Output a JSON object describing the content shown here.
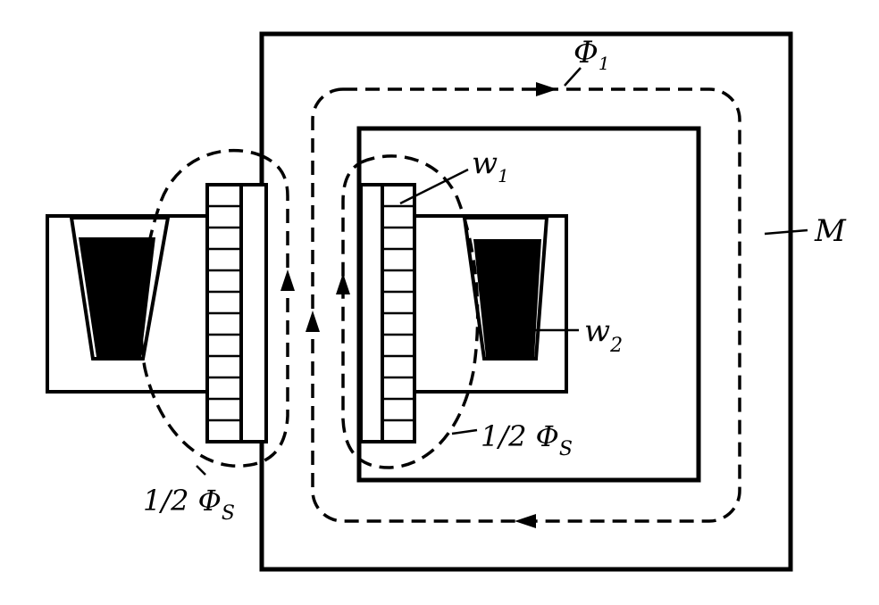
{
  "colors": {
    "ink": "#000000",
    "paper": "#ffffff"
  },
  "labels": {
    "phi1": "Φ",
    "phi1_sub": "1",
    "w1": "w",
    "w1_sub": "1",
    "w2": "w",
    "w2_sub": "2",
    "core": "M",
    "half_phis_right": "1/2 Φ",
    "half_phis_right_sub": "S",
    "half_phis_left_a": "1/2 Φ",
    "half_phis_left_sub": "S"
  },
  "icons": {
    "flux_arrow": "arrowhead"
  }
}
